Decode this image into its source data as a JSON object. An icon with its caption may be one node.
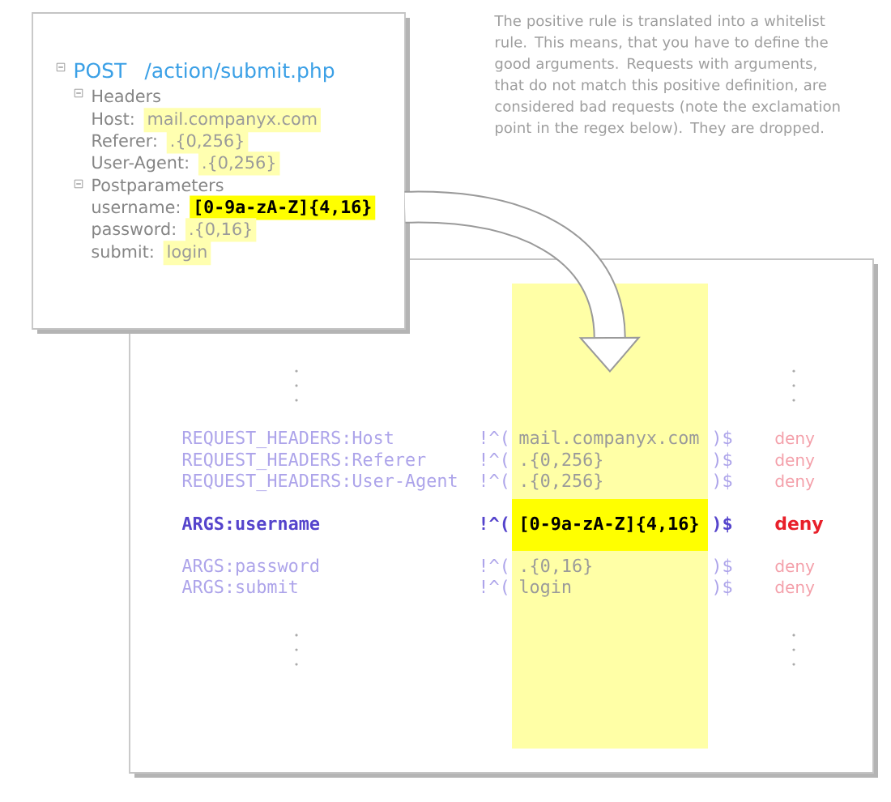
{
  "diagram": {
    "nodes": [
      {
        "text": [
          "POST",
          "/action/submit.php",
          "Headers",
          "Host:",
          "mail.companyx.com",
          "Referer:",
          ".{0,256}",
          "User-Agent:",
          ".{0,256}",
          "Postparameters",
          "username:",
          "[0-9a-zA-Z]{4,16}",
          "password:",
          ".{0,16}",
          "submit:",
          "login"
        ]
      },
      {
        "text": [
          "REQUEST_HEADERS:Host",
          "!^(",
          ")$",
          "deny",
          "REQUEST_HEADERS:Referer",
          "!^(",
          ")$",
          "deny",
          "REQUEST_HEADERS:User-Agent",
          "!^(",
          ")$",
          "deny",
          "ARGS:username",
          "!^(",
          ")$",
          "deny",
          "ARGS:password",
          "!^(",
          ")$",
          "deny",
          "ARGS:submit",
          "!^(",
          ")$",
          "deny"
        ]
      },
      {
        "text": [
          "mail.companyx.com",
          ".{0,256}",
          ".{0,256}",
          "[0-9a-zA-Z]{4,16}",
          ".{0,16}",
          "login"
        ],
        "in": 1
      }
    ],
    "edges": [
      {
        "from": 0,
        "to": 2,
        "arrow": "to"
      }
    ],
    "labels": [
      "The positive rule is translated into a whitelist rule. This means, that you have to define the good arguments. Requests with arguments, that do not match this positive definition, are considered bad requests (note the exclamation point in the regex below). They are dropped."
    ]
  }
}
